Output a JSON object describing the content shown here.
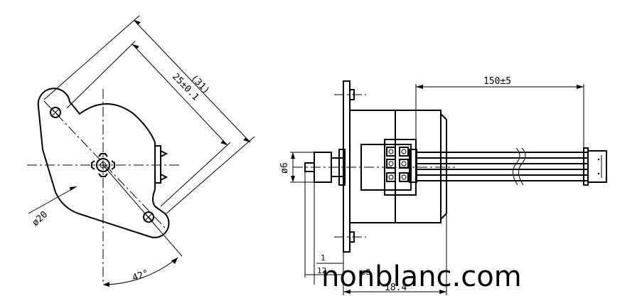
{
  "drawing": {
    "front_view": {
      "dim_span_outer": "(31)",
      "dim_span_inner": "25±0.1",
      "dim_diameter": "ø20",
      "dim_angle": "42°"
    },
    "side_view": {
      "dim_lead_length": "150±5",
      "dim_shaft_diameter": "ø6",
      "dim_boss_diameter": "ø8",
      "dim_flange_offset": "1",
      "dim_shaft_length": "12",
      "dim_body_length": "18.4"
    },
    "watermark": "nonblanc.com"
  }
}
